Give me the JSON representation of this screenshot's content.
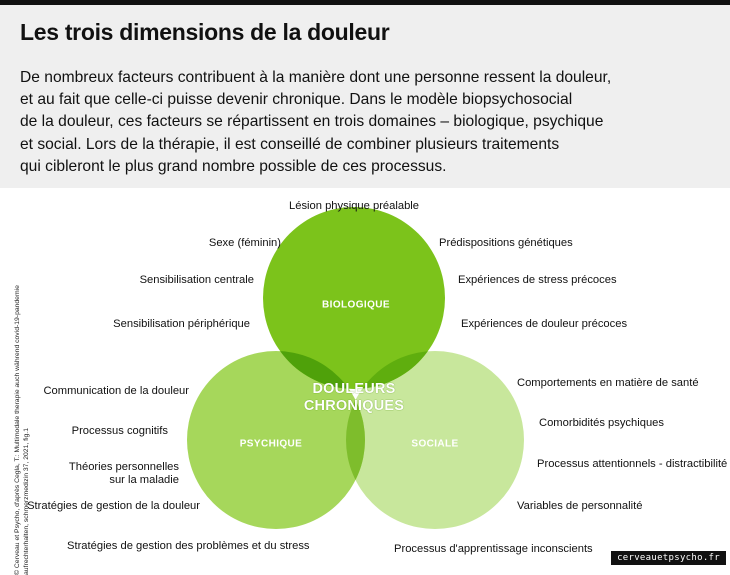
{
  "title": "Les trois dimensions de la douleur",
  "intro_lines": [
    "De nombreux facteurs contribuent à la manière dont une personne ressent la douleur,",
    "et au fait que celle-ci puisse devenir chronique. Dans le modèle biopsychosocial",
    "de la douleur, ces facteurs se répartissent en trois domaines – biologique, psychique",
    "et social. Lors de la thérapie, il est conseillé de combiner plusieurs traitements",
    "qui cibleront le plus grand nombre possible de ces processus."
  ],
  "colors": {
    "biologique": "#7cc31b",
    "psychique": "#a6d75b",
    "sociale": "#c8e79c",
    "bio_psy_overlap": "#4fa10a",
    "bio_soc_overlap": "#5fae0e",
    "psy_soc_overlap": "#7ebd2c",
    "center_overlap": "#5ca413",
    "header_bg": "#efefef"
  },
  "circles": {
    "biologique": "BIOLOGIQUE",
    "psychique": "PSYCHIQUE",
    "sociale": "SOCIALE"
  },
  "center": {
    "line1": "DOULEURS",
    "line2": "CHRONIQUES"
  },
  "factors": {
    "biologique": {
      "top": "Lésion physique préalable",
      "left": [
        "Sexe (féminin)",
        "Sensibilisation centrale",
        "Sensibilisation périphérique"
      ],
      "right": [
        "Prédispositions génétiques",
        "Expériences de stress précoces",
        "Expériences de douleur précoces"
      ]
    },
    "psychique": [
      "Communication de la douleur",
      "Processus cognitifs",
      "Théories personnelles",
      "sur la maladie",
      "Stratégies de gestion de la douleur",
      "Stratégies de gestion des problèmes et du stress"
    ],
    "sociale": [
      "Comportements en matière de santé",
      "Comorbidités psychiques",
      "Processus attentionnels - distractibilité",
      "Variables de personnalité",
      "Processus d'apprentissage inconscients"
    ]
  },
  "credit_lines": [
    "© Cerveau et Psycho, d'après Cegla, T.: Multimodale therapie auch während covid-19-pandemie",
    "aufrechterhalten, schmerzmedizin 37, 2021, fig.1"
  ],
  "logo": "cerveauetpsycho.fr"
}
